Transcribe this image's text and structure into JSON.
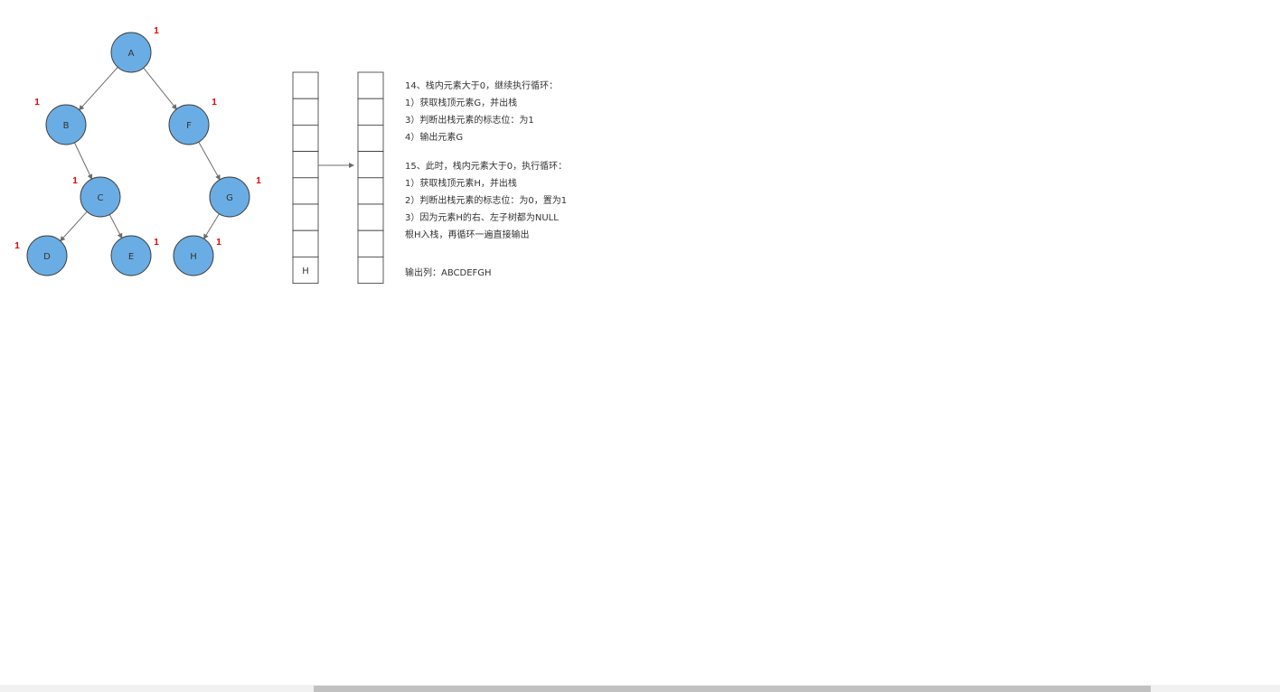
{
  "tree": {
    "nodes": [
      {
        "id": "A",
        "label": "A",
        "flag": "1"
      },
      {
        "id": "B",
        "label": "B",
        "flag": "1"
      },
      {
        "id": "F",
        "label": "F",
        "flag": "1"
      },
      {
        "id": "C",
        "label": "C",
        "flag": "1"
      },
      {
        "id": "G",
        "label": "G",
        "flag": "1"
      },
      {
        "id": "D",
        "label": "D",
        "flag": "1"
      },
      {
        "id": "E",
        "label": "E",
        "flag": "1"
      },
      {
        "id": "H",
        "label": "H",
        "flag": "1"
      }
    ],
    "edges": [
      [
        "A",
        "B"
      ],
      [
        "A",
        "F"
      ],
      [
        "B",
        "C"
      ],
      [
        "F",
        "G"
      ],
      [
        "C",
        "D"
      ],
      [
        "C",
        "E"
      ],
      [
        "G",
        "H"
      ]
    ]
  },
  "stack_before": {
    "cells": [
      "",
      "",
      "",
      "",
      "",
      "",
      "",
      "H"
    ]
  },
  "stack_after": {
    "cells": [
      "",
      "",
      "",
      "",
      "",
      "",
      "",
      ""
    ]
  },
  "step14": {
    "heading": "14、栈内元素大于0，继续执行循环：",
    "lines": [
      "1）获取栈顶元素G，并出栈",
      "3）判断出栈元素的标志位：为1",
      "4）输出元素G"
    ]
  },
  "step15": {
    "heading": "15、此时，栈内元素大于0，执行循环：",
    "lines": [
      "1）获取栈顶元素H，并出栈",
      "2）判断出栈元素的标志位：为0，置为1",
      "3）因为元素H的右、左子树都为NULL",
      "根H入栈，再循环一遍直接输出"
    ]
  },
  "output": {
    "label": "输出列：ABCDEFGH"
  }
}
